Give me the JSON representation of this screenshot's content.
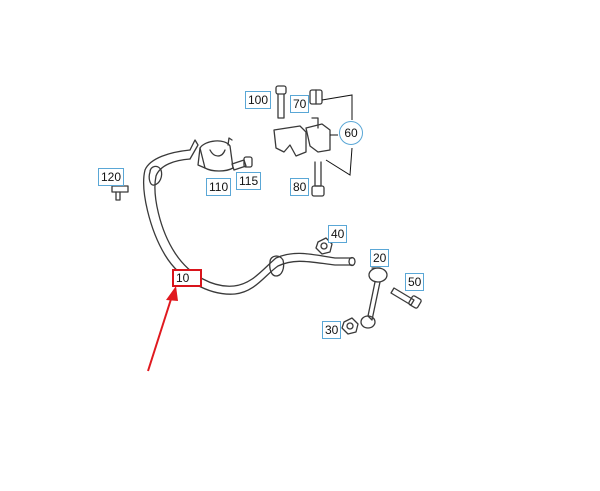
{
  "colors": {
    "line": "#3a3a3a",
    "callout_border": "#5aa7d6",
    "highlight": "#d9141b",
    "arrow": "#e0191f"
  },
  "callouts": {
    "p10": "10",
    "p20": "20",
    "p30": "30",
    "p40": "40",
    "p50": "50",
    "p60": "60",
    "p70": "70",
    "p80": "80",
    "p100": "100",
    "p110": "110",
    "p115": "115",
    "p120": "120"
  },
  "highlighted_part": "10"
}
